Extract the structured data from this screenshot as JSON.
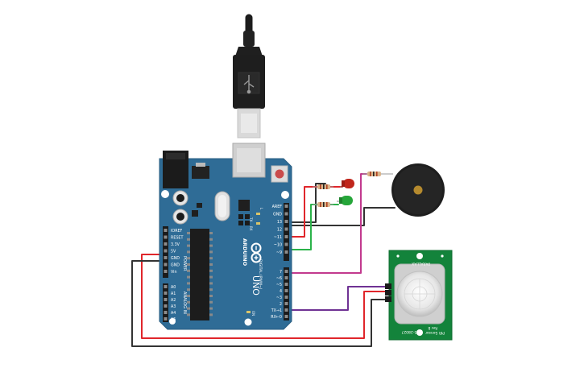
{
  "board": {
    "brand": "ARDUINO",
    "model": "UNO",
    "power_header": [
      "IOREF",
      "RESET",
      "3.3V",
      "5V",
      "GND",
      "GND",
      "Vin"
    ],
    "power_label": "POWER",
    "analog_header": [
      "A0",
      "A1",
      "A2",
      "A3",
      "A4",
      "A5"
    ],
    "analog_label": "ANALOG IN",
    "digital_top": [
      "AREF",
      "GND",
      "13",
      "12",
      "~11",
      "~10",
      "~9"
    ],
    "digital_bottom": [
      "7",
      "~6",
      "~5",
      "4",
      "~3",
      "2",
      "TX→1",
      "RX←0"
    ],
    "digital_label": "DIGITAL (PWM~)",
    "led_labels": [
      "L",
      "TX",
      "RX"
    ],
    "on_label": "ON"
  },
  "pir": {
    "top_label": "PARALLAX",
    "bottom_label_1": "555-28027",
    "bottom_label_2": "PIR Sensor",
    "bottom_label_3": "Rev B"
  },
  "colors": {
    "board": "#2f6c96",
    "pcb_green": "#13833b",
    "wire_red": "#e0262b",
    "wire_black": "#333333",
    "wire_green": "#2bb34a",
    "wire_pink": "#c23a8e",
    "wire_purple": "#6f3294",
    "led_red": "#c0261c",
    "led_green": "#26a63a"
  }
}
